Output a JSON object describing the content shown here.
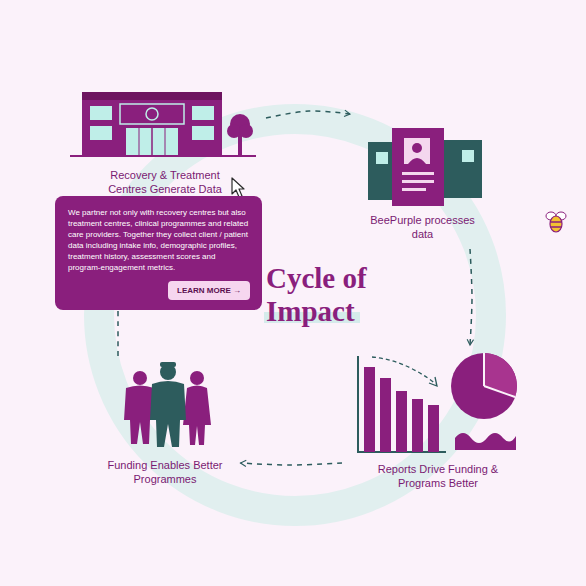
{
  "diagram": {
    "title": "Cycle of Impact",
    "nodes": [
      {
        "text": [
          "Recovery & Treatment Centres Generate Data"
        ]
      },
      {
        "text": [
          "We partner not only with recovery centres but also treatment centres, clinical programmes and related care providers. Together they collect client / patient data including intake info, demographic profiles, treatment history, assessment scores and program-engagement metrics."
        ]
      },
      {
        "text": [
          "LEARN MORE →"
        ],
        "in": 1
      },
      {
        "text": [
          "BeePurple processes data"
        ]
      },
      {
        "text": [
          "Reports Drive Funding & Programs Better"
        ]
      },
      {
        "text": [
          "Funding Enables Better Programmes"
        ]
      }
    ],
    "edges": [
      {
        "from": 0,
        "to": 3,
        "arrow": "to"
      },
      {
        "from": 3,
        "to": 4,
        "arrow": "to"
      },
      {
        "from": 4,
        "to": 5,
        "arrow": "to"
      },
      {
        "from": 5,
        "to": 0,
        "arrow": "none"
      }
    ]
  }
}
